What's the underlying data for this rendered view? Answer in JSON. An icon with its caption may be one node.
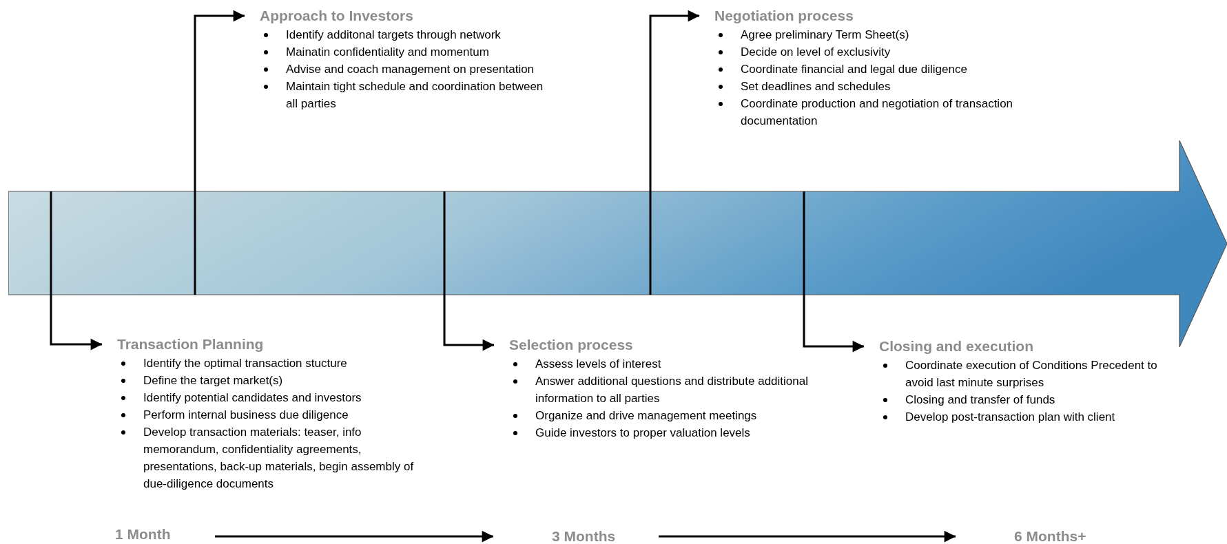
{
  "diagram": {
    "nodes": [
      {
        "text": [
          "Approach to Investors",
          "Identify additonal targets through network",
          "Mainatin confidentiality and momentum",
          "Advise and coach management on presentation",
          "Maintain tight schedule and coordination between all parties"
        ]
      },
      {
        "text": [
          "Negotiation process",
          "Agree preliminary Term Sheet(s)",
          "Decide on level of exclusivity",
          "Coordinate financial and legal due diligence",
          "Set deadlines and schedules",
          "Coordinate production and negotiation of transaction documentation"
        ]
      },
      {
        "text": [],
        "shape": "arrow"
      },
      {
        "text": [
          "Transaction Planning",
          "Identify the optimal transaction stucture",
          "Define the target market(s)",
          "Identify potential candidates and investors",
          "Perform internal business due diligence",
          "Develop transaction materials: teaser, info memorandum, confidentiality agreements, presentations, back-up materials, begin assembly of due-diligence documents"
        ]
      },
      {
        "text": [
          "Selection process",
          "Assess levels of interest",
          "Answer additional questions and distribute additional information to all parties",
          "Organize and drive management meetings",
          "Guide investors to proper valuation levels"
        ]
      },
      {
        "text": [
          "Closing and execution",
          "Coordinate execution of Conditions Precedent to avoid last minute surprises",
          "Closing and transfer of funds",
          "Develop post-transaction plan with client"
        ]
      },
      {
        "text": [
          "1 Month"
        ]
      },
      {
        "text": [
          "3 Months"
        ]
      },
      {
        "text": [
          "6 Months+"
        ]
      }
    ],
    "edges": [
      {
        "from": 2,
        "to": 3,
        "arrow": "to"
      },
      {
        "from": 2,
        "to": 0,
        "arrow": "to"
      },
      {
        "from": 2,
        "to": 4,
        "arrow": "to"
      },
      {
        "from": 2,
        "to": 1,
        "arrow": "to"
      },
      {
        "from": 2,
        "to": 5,
        "arrow": "to"
      },
      {
        "from": 6,
        "to": 7,
        "arrow": "to"
      },
      {
        "from": 7,
        "to": 8,
        "arrow": "to"
      }
    ]
  }
}
